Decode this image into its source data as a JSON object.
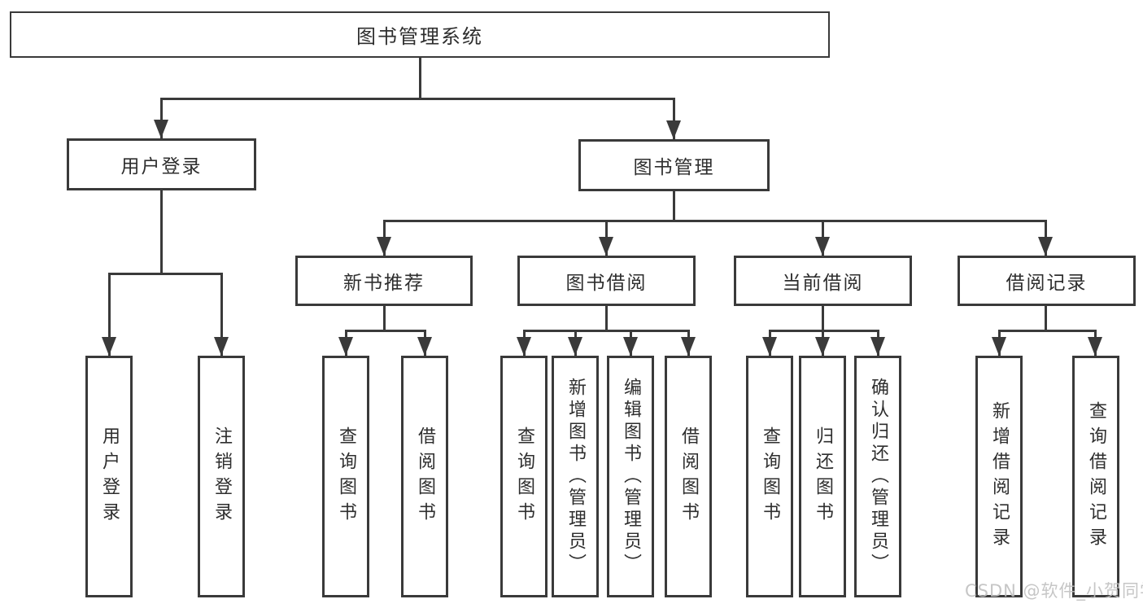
{
  "diagram": {
    "root": {
      "label": "图书管理系统"
    },
    "level2": [
      {
        "label": "用户登录"
      },
      {
        "label": "图书管理"
      }
    ],
    "level3": [
      {
        "label": "新书推荐"
      },
      {
        "label": "图书借阅"
      },
      {
        "label": "当前借阅"
      },
      {
        "label": "借阅记录"
      }
    ],
    "leaves": [
      {
        "label": "用户登录"
      },
      {
        "label": "注销登录"
      },
      {
        "label": "查询图书"
      },
      {
        "label": "借阅图书"
      },
      {
        "label": "查询图书"
      },
      {
        "label": "新增图书（管理员）"
      },
      {
        "label": "编辑图书（管理员）"
      },
      {
        "label": "借阅图书"
      },
      {
        "label": "查询图书"
      },
      {
        "label": "归还图书"
      },
      {
        "label": "确认归还（管理员）"
      },
      {
        "label": "新增借阅记录"
      },
      {
        "label": "查询借阅记录"
      }
    ]
  },
  "watermark": {
    "text": "CSDN @软件_小贺同学"
  },
  "colors": {
    "line": "#3a3a3a",
    "text": "#2e2e2e",
    "background": "#ffffff",
    "watermark": "#c0c0c0"
  }
}
